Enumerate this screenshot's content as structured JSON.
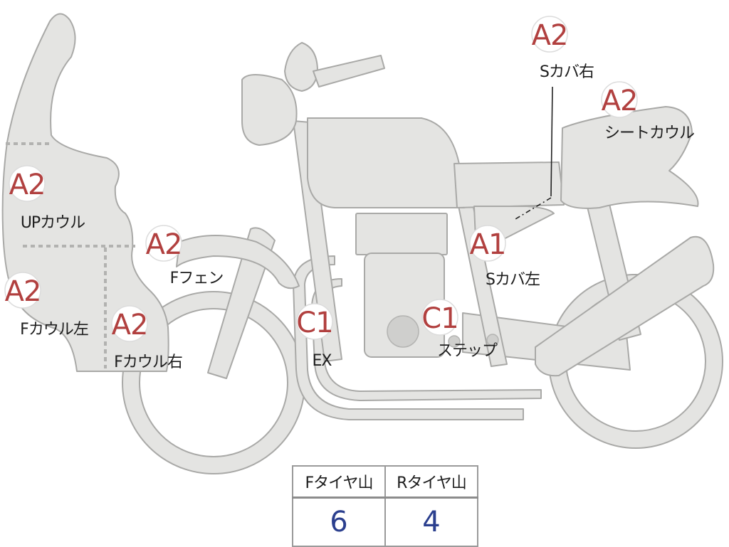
{
  "parts": {
    "s_cover_right": {
      "grade": "A2",
      "label": "Sカバ右"
    },
    "seat_cowl": {
      "grade": "A2",
      "label": "シートカウル"
    },
    "up_cowl": {
      "grade": "A2",
      "label": "UPカウル"
    },
    "f_fender": {
      "grade": "A2",
      "label": "Fフェン"
    },
    "s_cover_left": {
      "grade": "A1",
      "label": "Sカバ左"
    },
    "f_cowl_left": {
      "grade": "A2",
      "label": "Fカウル左"
    },
    "f_cowl_right": {
      "grade": "A2",
      "label": "Fカウル右"
    },
    "exhaust": {
      "grade": "C1",
      "label": "EX"
    },
    "step": {
      "grade": "C1",
      "label": "ステップ"
    }
  },
  "tire_table": {
    "headers": [
      "Fタイヤ山",
      "Rタイヤ山"
    ],
    "values": [
      "6",
      "4"
    ]
  },
  "colors": {
    "grade_text": "#b1403f",
    "tread_value": "#2b3f8e",
    "bike_fill": "#e4e4e2",
    "bike_outline": "#a9a9a7"
  }
}
